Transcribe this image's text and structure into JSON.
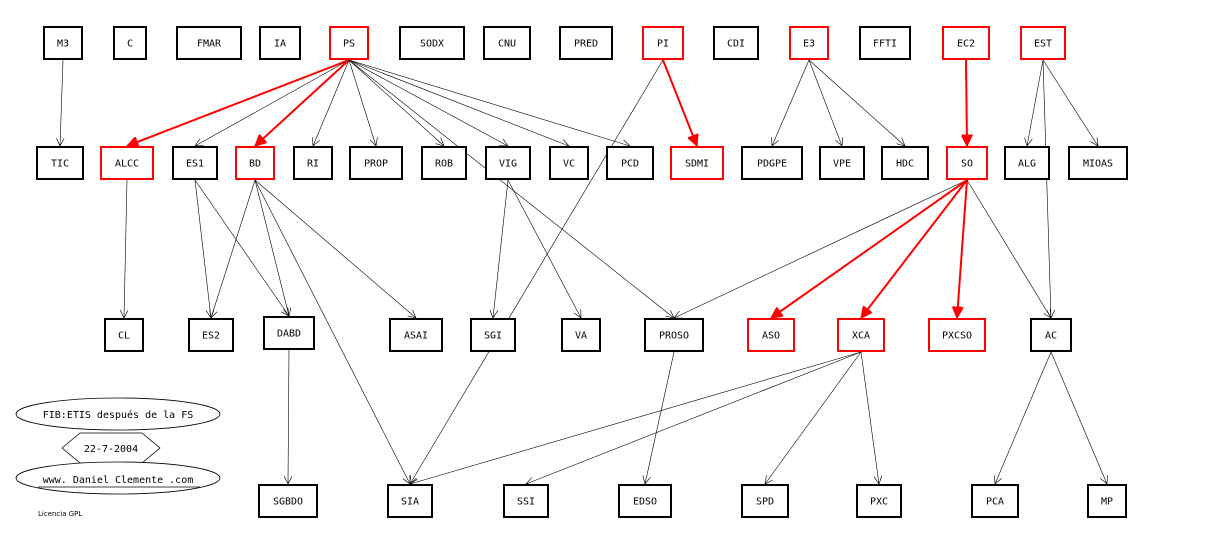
{
  "nodes": {
    "M3": {
      "label": "M3",
      "color": "black"
    },
    "C": {
      "label": "C",
      "color": "black"
    },
    "FMAR": {
      "label": "FMAR",
      "color": "black"
    },
    "IA": {
      "label": "IA",
      "color": "black"
    },
    "PS": {
      "label": "PS",
      "color": "red"
    },
    "SODX": {
      "label": "SODX",
      "color": "black"
    },
    "CNU": {
      "label": "CNU",
      "color": "black"
    },
    "PRED": {
      "label": "PRED",
      "color": "black"
    },
    "PI": {
      "label": "PI",
      "color": "red"
    },
    "CDI": {
      "label": "CDI",
      "color": "black"
    },
    "E3": {
      "label": "E3",
      "color": "red"
    },
    "FFTI": {
      "label": "FFTI",
      "color": "black"
    },
    "EC2": {
      "label": "EC2",
      "color": "red"
    },
    "EST": {
      "label": "EST",
      "color": "red"
    },
    "TIC": {
      "label": "TIC",
      "color": "black"
    },
    "ALCC": {
      "label": "ALCC",
      "color": "red"
    },
    "ES1": {
      "label": "ES1",
      "color": "black"
    },
    "BD": {
      "label": "BD",
      "color": "red"
    },
    "RI": {
      "label": "RI",
      "color": "black"
    },
    "PROP": {
      "label": "PROP",
      "color": "black"
    },
    "ROB": {
      "label": "ROB",
      "color": "black"
    },
    "VIG": {
      "label": "VIG",
      "color": "black"
    },
    "VC": {
      "label": "VC",
      "color": "black"
    },
    "PCD": {
      "label": "PCD",
      "color": "black"
    },
    "SDMI": {
      "label": "SDMI",
      "color": "red"
    },
    "PDGPE": {
      "label": "PDGPE",
      "color": "black"
    },
    "VPE": {
      "label": "VPE",
      "color": "black"
    },
    "HDC": {
      "label": "HDC",
      "color": "black"
    },
    "SO": {
      "label": "SO",
      "color": "red"
    },
    "ALG": {
      "label": "ALG",
      "color": "black"
    },
    "MIOAS": {
      "label": "MIOAS",
      "color": "black"
    },
    "CL": {
      "label": "CL",
      "color": "black"
    },
    "ES2": {
      "label": "ES2",
      "color": "black"
    },
    "DABD": {
      "label": "DABD",
      "color": "black"
    },
    "ASAI": {
      "label": "ASAI",
      "color": "black"
    },
    "SGI": {
      "label": "SGI",
      "color": "black"
    },
    "VA": {
      "label": "VA",
      "color": "black"
    },
    "PROSO": {
      "label": "PROSO",
      "color": "black"
    },
    "ASO": {
      "label": "ASO",
      "color": "red"
    },
    "XCA": {
      "label": "XCA",
      "color": "red"
    },
    "PXCSO": {
      "label": "PXCSO",
      "color": "red"
    },
    "AC": {
      "label": "AC",
      "color": "black"
    },
    "SGBDO": {
      "label": "SGBDO",
      "color": "black"
    },
    "SIA": {
      "label": "SIA",
      "color": "black"
    },
    "SSI": {
      "label": "SSI",
      "color": "black"
    },
    "EDSO": {
      "label": "EDSO",
      "color": "black"
    },
    "SPD": {
      "label": "SPD",
      "color": "black"
    },
    "PXC": {
      "label": "PXC",
      "color": "black"
    },
    "PCA": {
      "label": "PCA",
      "color": "black"
    },
    "MP": {
      "label": "MP",
      "color": "black"
    }
  },
  "edges": [
    {
      "from": "M3",
      "to": "TIC",
      "style": "thin"
    },
    {
      "from": "PS",
      "to": "ALCC",
      "style": "bold"
    },
    {
      "from": "PS",
      "to": "ES1",
      "style": "thin"
    },
    {
      "from": "PS",
      "to": "BD",
      "style": "bold"
    },
    {
      "from": "PS",
      "to": "RI",
      "style": "thin"
    },
    {
      "from": "PS",
      "to": "PROP",
      "style": "thin"
    },
    {
      "from": "PS",
      "to": "ROB",
      "style": "thin"
    },
    {
      "from": "PS",
      "to": "VIG",
      "style": "thin"
    },
    {
      "from": "PS",
      "to": "VC",
      "style": "thin"
    },
    {
      "from": "PS",
      "to": "PCD",
      "style": "thin"
    },
    {
      "from": "PS",
      "to": "PROSO",
      "style": "thin"
    },
    {
      "from": "PI",
      "to": "SDMI",
      "style": "bold"
    },
    {
      "from": "PI",
      "to": "SIA",
      "style": "thin"
    },
    {
      "from": "E3",
      "to": "PDGPE",
      "style": "thin"
    },
    {
      "from": "E3",
      "to": "VPE",
      "style": "thin"
    },
    {
      "from": "E3",
      "to": "HDC",
      "style": "thin"
    },
    {
      "from": "EC2",
      "to": "SO",
      "style": "bold"
    },
    {
      "from": "EST",
      "to": "ALG",
      "style": "thin"
    },
    {
      "from": "EST",
      "to": "MIOAS",
      "style": "thin"
    },
    {
      "from": "EST",
      "to": "AC",
      "style": "thin"
    },
    {
      "from": "ALCC",
      "to": "CL",
      "style": "thin"
    },
    {
      "from": "ES1",
      "to": "ES2",
      "style": "thin"
    },
    {
      "from": "ES1",
      "to": "DABD",
      "style": "thin"
    },
    {
      "from": "BD",
      "to": "ES2",
      "style": "thin"
    },
    {
      "from": "BD",
      "to": "DABD",
      "style": "thin"
    },
    {
      "from": "BD",
      "to": "ASAI",
      "style": "thin"
    },
    {
      "from": "BD",
      "to": "SIA",
      "style": "thin"
    },
    {
      "from": "VIG",
      "to": "SGI",
      "style": "thin"
    },
    {
      "from": "VIG",
      "to": "VA",
      "style": "thin"
    },
    {
      "from": "SO",
      "to": "PROSO",
      "style": "thin"
    },
    {
      "from": "SO",
      "to": "ASO",
      "style": "bold"
    },
    {
      "from": "SO",
      "to": "XCA",
      "style": "bold"
    },
    {
      "from": "SO",
      "to": "PXCSO",
      "style": "bold"
    },
    {
      "from": "SO",
      "to": "AC",
      "style": "thin"
    },
    {
      "from": "DABD",
      "to": "SGBDO",
      "style": "thin"
    },
    {
      "from": "PROSO",
      "to": "EDSO",
      "style": "thin"
    },
    {
      "from": "XCA",
      "to": "SIA",
      "style": "thin"
    },
    {
      "from": "XCA",
      "to": "SSI",
      "style": "thin"
    },
    {
      "from": "XCA",
      "to": "SPD",
      "style": "thin"
    },
    {
      "from": "XCA",
      "to": "PXC",
      "style": "thin"
    },
    {
      "from": "AC",
      "to": "PCA",
      "style": "thin"
    },
    {
      "from": "AC",
      "to": "MP",
      "style": "thin"
    }
  ],
  "legend": {
    "title": "FIB:ETIS después de la FS",
    "date": "22-7-2004",
    "author": "www. Daniel Clemente .com",
    "license": "Licencia GPL"
  },
  "colors": {
    "red": "#ff0000",
    "black": "#000000"
  }
}
